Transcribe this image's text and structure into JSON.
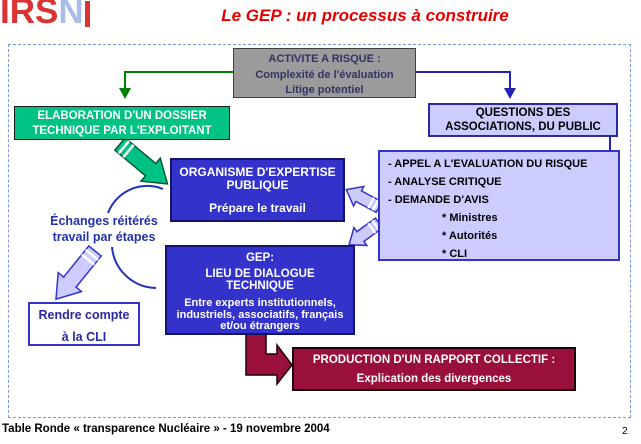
{
  "header": {
    "logo_red": "IRS",
    "logo_blue": "N",
    "title": "Le GEP : un processus à construire"
  },
  "boxes": {
    "activite": {
      "line1": "ACTIVITE A RISQUE :",
      "line2": "Complexité de l'évaluation",
      "line3": "Litige potentiel"
    },
    "elaboration": {
      "line1": "ELABORATION D'UN DOSSIER",
      "line2": "TECHNIQUE PAR L'EXPLOITANT"
    },
    "questions": {
      "line1": "QUESTIONS DES",
      "line2": "ASSOCIATIONS, DU PUBLIC"
    },
    "organisme": {
      "line1": "ORGANISME D'EXPERTISE",
      "line2": "PUBLIQUE",
      "line3": "Prépare le travail"
    },
    "avis_panel": {
      "item1": "- APPEL A L'EVALUATION DU RISQUE",
      "item2": "- ANALYSE CRITIQUE",
      "item3": "- DEMANDE D'AVIS",
      "sub1": "* Ministres",
      "sub2": "* Autorités",
      "sub3": "* CLI"
    },
    "gep": {
      "line1": "GEP:",
      "line2": "LIEU DE DIALOGUE",
      "line3": "TECHNIQUE",
      "line4": "Entre experts institutionnels,",
      "line5": "industriels, associatifs, français",
      "line6": "et/ou étrangers"
    },
    "echanges": {
      "line1": "Échanges réitérés",
      "line2": "travail par étapes"
    },
    "rendre": {
      "line1": "Rendre compte",
      "line2": "à la CLI"
    },
    "production": {
      "line1": "PRODUCTION D'UN RAPPORT COLLECTIF :",
      "line2": "Explication des divergences"
    }
  },
  "footer": {
    "caption": "Table Ronde « transparence Nucléaire » - 19 novembre 2004",
    "page_number": "2"
  },
  "colors": {
    "title_red": "#E60000",
    "logo_red": "#D93333",
    "logo_blue": "#A8BCE8",
    "gray_box_bg": "#9B9B9B",
    "gray_box_text": "#333366",
    "green": "#00C285",
    "royal_blue": "#3333CC",
    "lavender": "#CCCCFF",
    "dark_red": "#99103A",
    "arrow_green": "#008000",
    "arrow_blue": "#2222BB",
    "frame_dash_blue": "#7799DD"
  }
}
